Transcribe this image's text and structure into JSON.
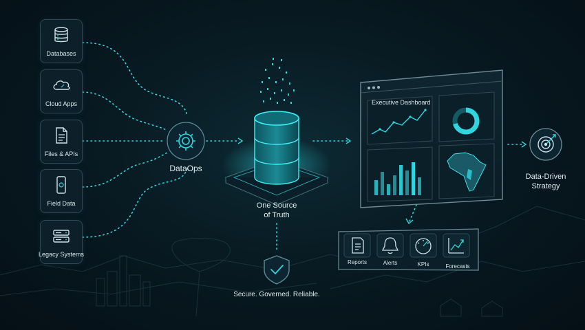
{
  "sources": [
    {
      "label": "Databases",
      "icon": "database-icon"
    },
    {
      "label": "Cloud Apps",
      "icon": "cloud-icon"
    },
    {
      "label": "Files & APIs",
      "icon": "file-icon"
    },
    {
      "label": "Field Data",
      "icon": "phone-icon"
    },
    {
      "label": "Legacy Systems",
      "icon": "server-icon"
    }
  ],
  "hub": {
    "label": "DataOps",
    "icon": "gear-icon"
  },
  "core": {
    "label_line1": "One Source",
    "label_line2": "of Truth",
    "icon": "database-stack-icon"
  },
  "security": {
    "label": "Secure. Governed. Reliable.",
    "icon": "shield-check-icon"
  },
  "dashboard": {
    "title": "Executive Dashboard"
  },
  "tools": [
    {
      "label": "Reports",
      "icon": "report-icon"
    },
    {
      "label": "Alerts",
      "icon": "bell-icon"
    },
    {
      "label": "KPIs",
      "icon": "gauge-icon"
    },
    {
      "label": "Forecasts",
      "icon": "trend-icon"
    }
  ],
  "outcome": {
    "label_line1": "Data-Driven",
    "label_line2": "Strategy",
    "icon": "target-icon"
  },
  "colors": {
    "accent": "#2fd6e0",
    "glow": "#3ff0f5",
    "line": "#2c4a55",
    "text": "#d8e6ea"
  }
}
